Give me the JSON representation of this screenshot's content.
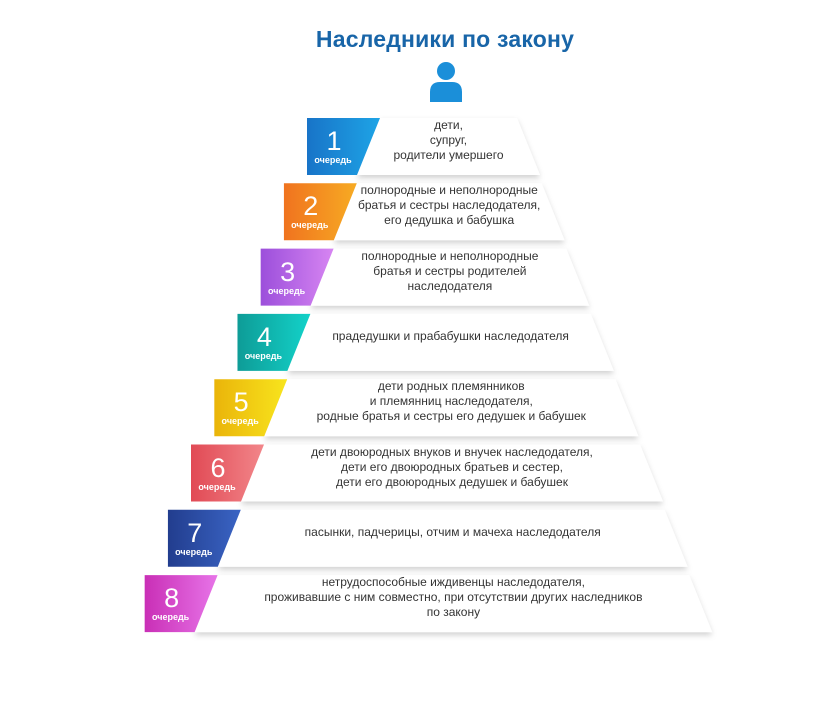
{
  "title": "Наследники по закону",
  "person_icon": {
    "name": "person-icon",
    "color": "#1b8fd9"
  },
  "queue_label": "очередь",
  "tiers": [
    {
      "number": "1",
      "colors": [
        "#1874c8",
        "#1ea4e6"
      ],
      "lines": [
        "дети,",
        "супруг,",
        "родители умершего"
      ]
    },
    {
      "number": "2",
      "colors": [
        "#f0731f",
        "#f7ab23"
      ],
      "lines": [
        "полнородные и неполнородные",
        "братья и сестры наследодателя,",
        "его дедушка и бабушка"
      ]
    },
    {
      "number": "3",
      "colors": [
        "#9c4fdb",
        "#d785f2"
      ],
      "lines": [
        "полнородные и неполнородные",
        "братья и сестры родителей",
        "наследодателя"
      ]
    },
    {
      "number": "4",
      "colors": [
        "#0e9c97",
        "#13d2c9"
      ],
      "lines": [
        "прадедушки и прабабушки наследодателя"
      ]
    },
    {
      "number": "5",
      "colors": [
        "#eab40a",
        "#f8e51d"
      ],
      "lines": [
        "дети родных племянников",
        "и племянниц наследодателя,",
        "родные братья и сестры его дедушек и бабушек"
      ]
    },
    {
      "number": "6",
      "colors": [
        "#e14a55",
        "#f2868a"
      ],
      "lines": [
        "дети двоюродных внуков и внучек наследодателя,",
        "дети его двоюродных братьев и сестер,",
        "дети его двоюродных дедушек и бабушек"
      ]
    },
    {
      "number": "7",
      "colors": [
        "#223d8e",
        "#3a64c4"
      ],
      "lines": [
        "пасынки, падчерицы, отчим и мачеха наследодателя"
      ]
    },
    {
      "number": "8",
      "colors": [
        "#c92fb6",
        "#e774e8"
      ],
      "lines": [
        "нетрудоспособные иждивенцы наследодателя,",
        "проживавшие с ним совместно, при отсутствии других наследников",
        "по закону"
      ]
    }
  ]
}
